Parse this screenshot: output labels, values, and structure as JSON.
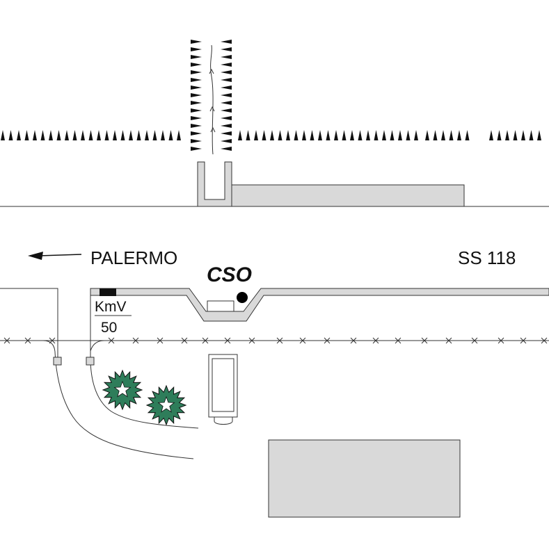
{
  "labels": {
    "direction": "PALERMO",
    "road": "SS 118",
    "station": "CSO",
    "km_label": "KmV",
    "km_value": "50"
  },
  "colors": {
    "line": "#333333",
    "building_fill": "#d9d9d9",
    "road_fill": "#d9d9d9",
    "tree_green": "#2e7d5a",
    "marker": "#000000"
  },
  "icons": {
    "direction_arrow": "arrow-left-icon",
    "station_marker": "filled-circle-icon",
    "tree": "tree-icon",
    "fence": "fence-x-icon",
    "vegetation": "hatch-tick-icon"
  }
}
